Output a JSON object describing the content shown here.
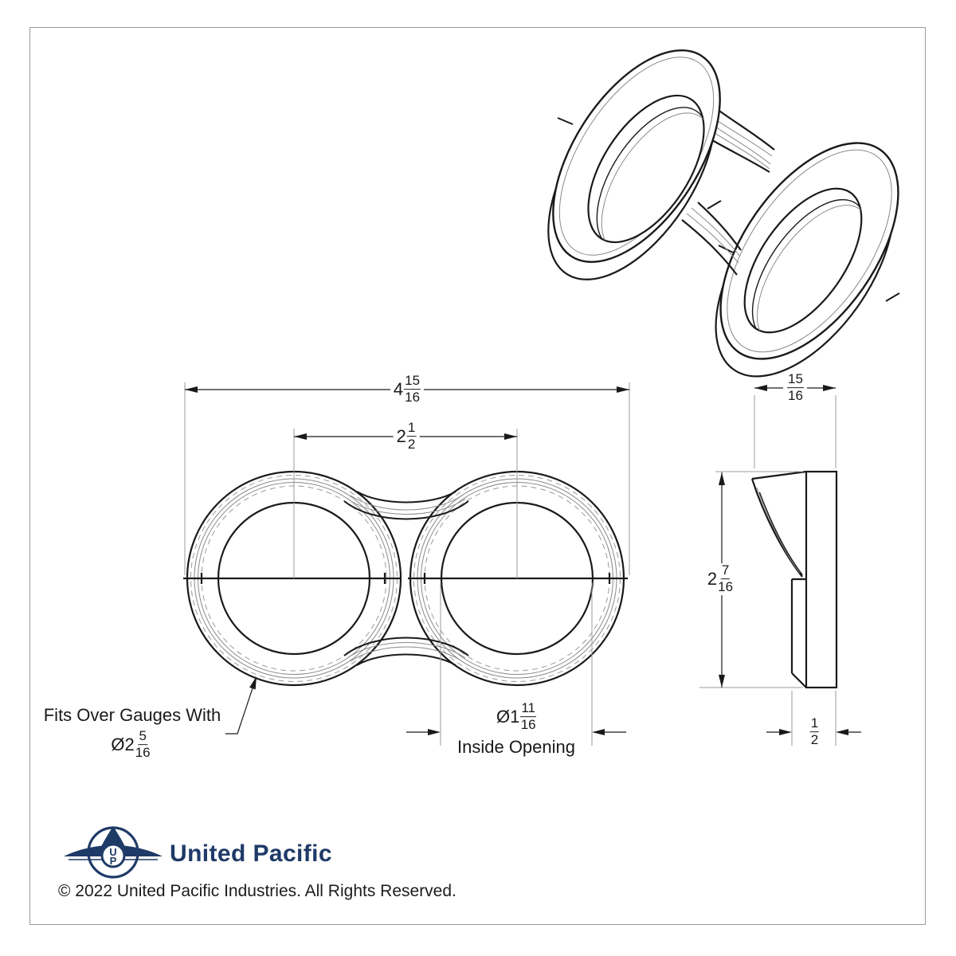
{
  "colors": {
    "line": "#1a1a1a",
    "thin": "#8a8a8a",
    "brand_navy": "#1e3a67",
    "border_gray": "#9a9a9a"
  },
  "dimensions": {
    "overall_width": {
      "whole": "4",
      "num": "15",
      "den": "16"
    },
    "center_distance": {
      "whole": "2",
      "num": "1",
      "den": "2"
    },
    "side_width_top": {
      "num": "15",
      "den": "16"
    },
    "side_height": {
      "whole": "2",
      "num": "7",
      "den": "16"
    },
    "side_width_bottom": {
      "num": "1",
      "den": "2"
    },
    "inside_opening": {
      "prefix": "Ø",
      "whole": "1",
      "num": "11",
      "den": "16",
      "caption": "Inside Opening"
    },
    "gauge_fit": {
      "note": "Fits Over Gauges With",
      "prefix": "Ø",
      "whole": "2",
      "num": "5",
      "den": "16"
    }
  },
  "footer": {
    "brand": "United Pacific",
    "copyright": "© 2022 United Pacific Industries. All Rights Reserved.",
    "monogram_top": "U",
    "monogram_bottom": "P"
  }
}
